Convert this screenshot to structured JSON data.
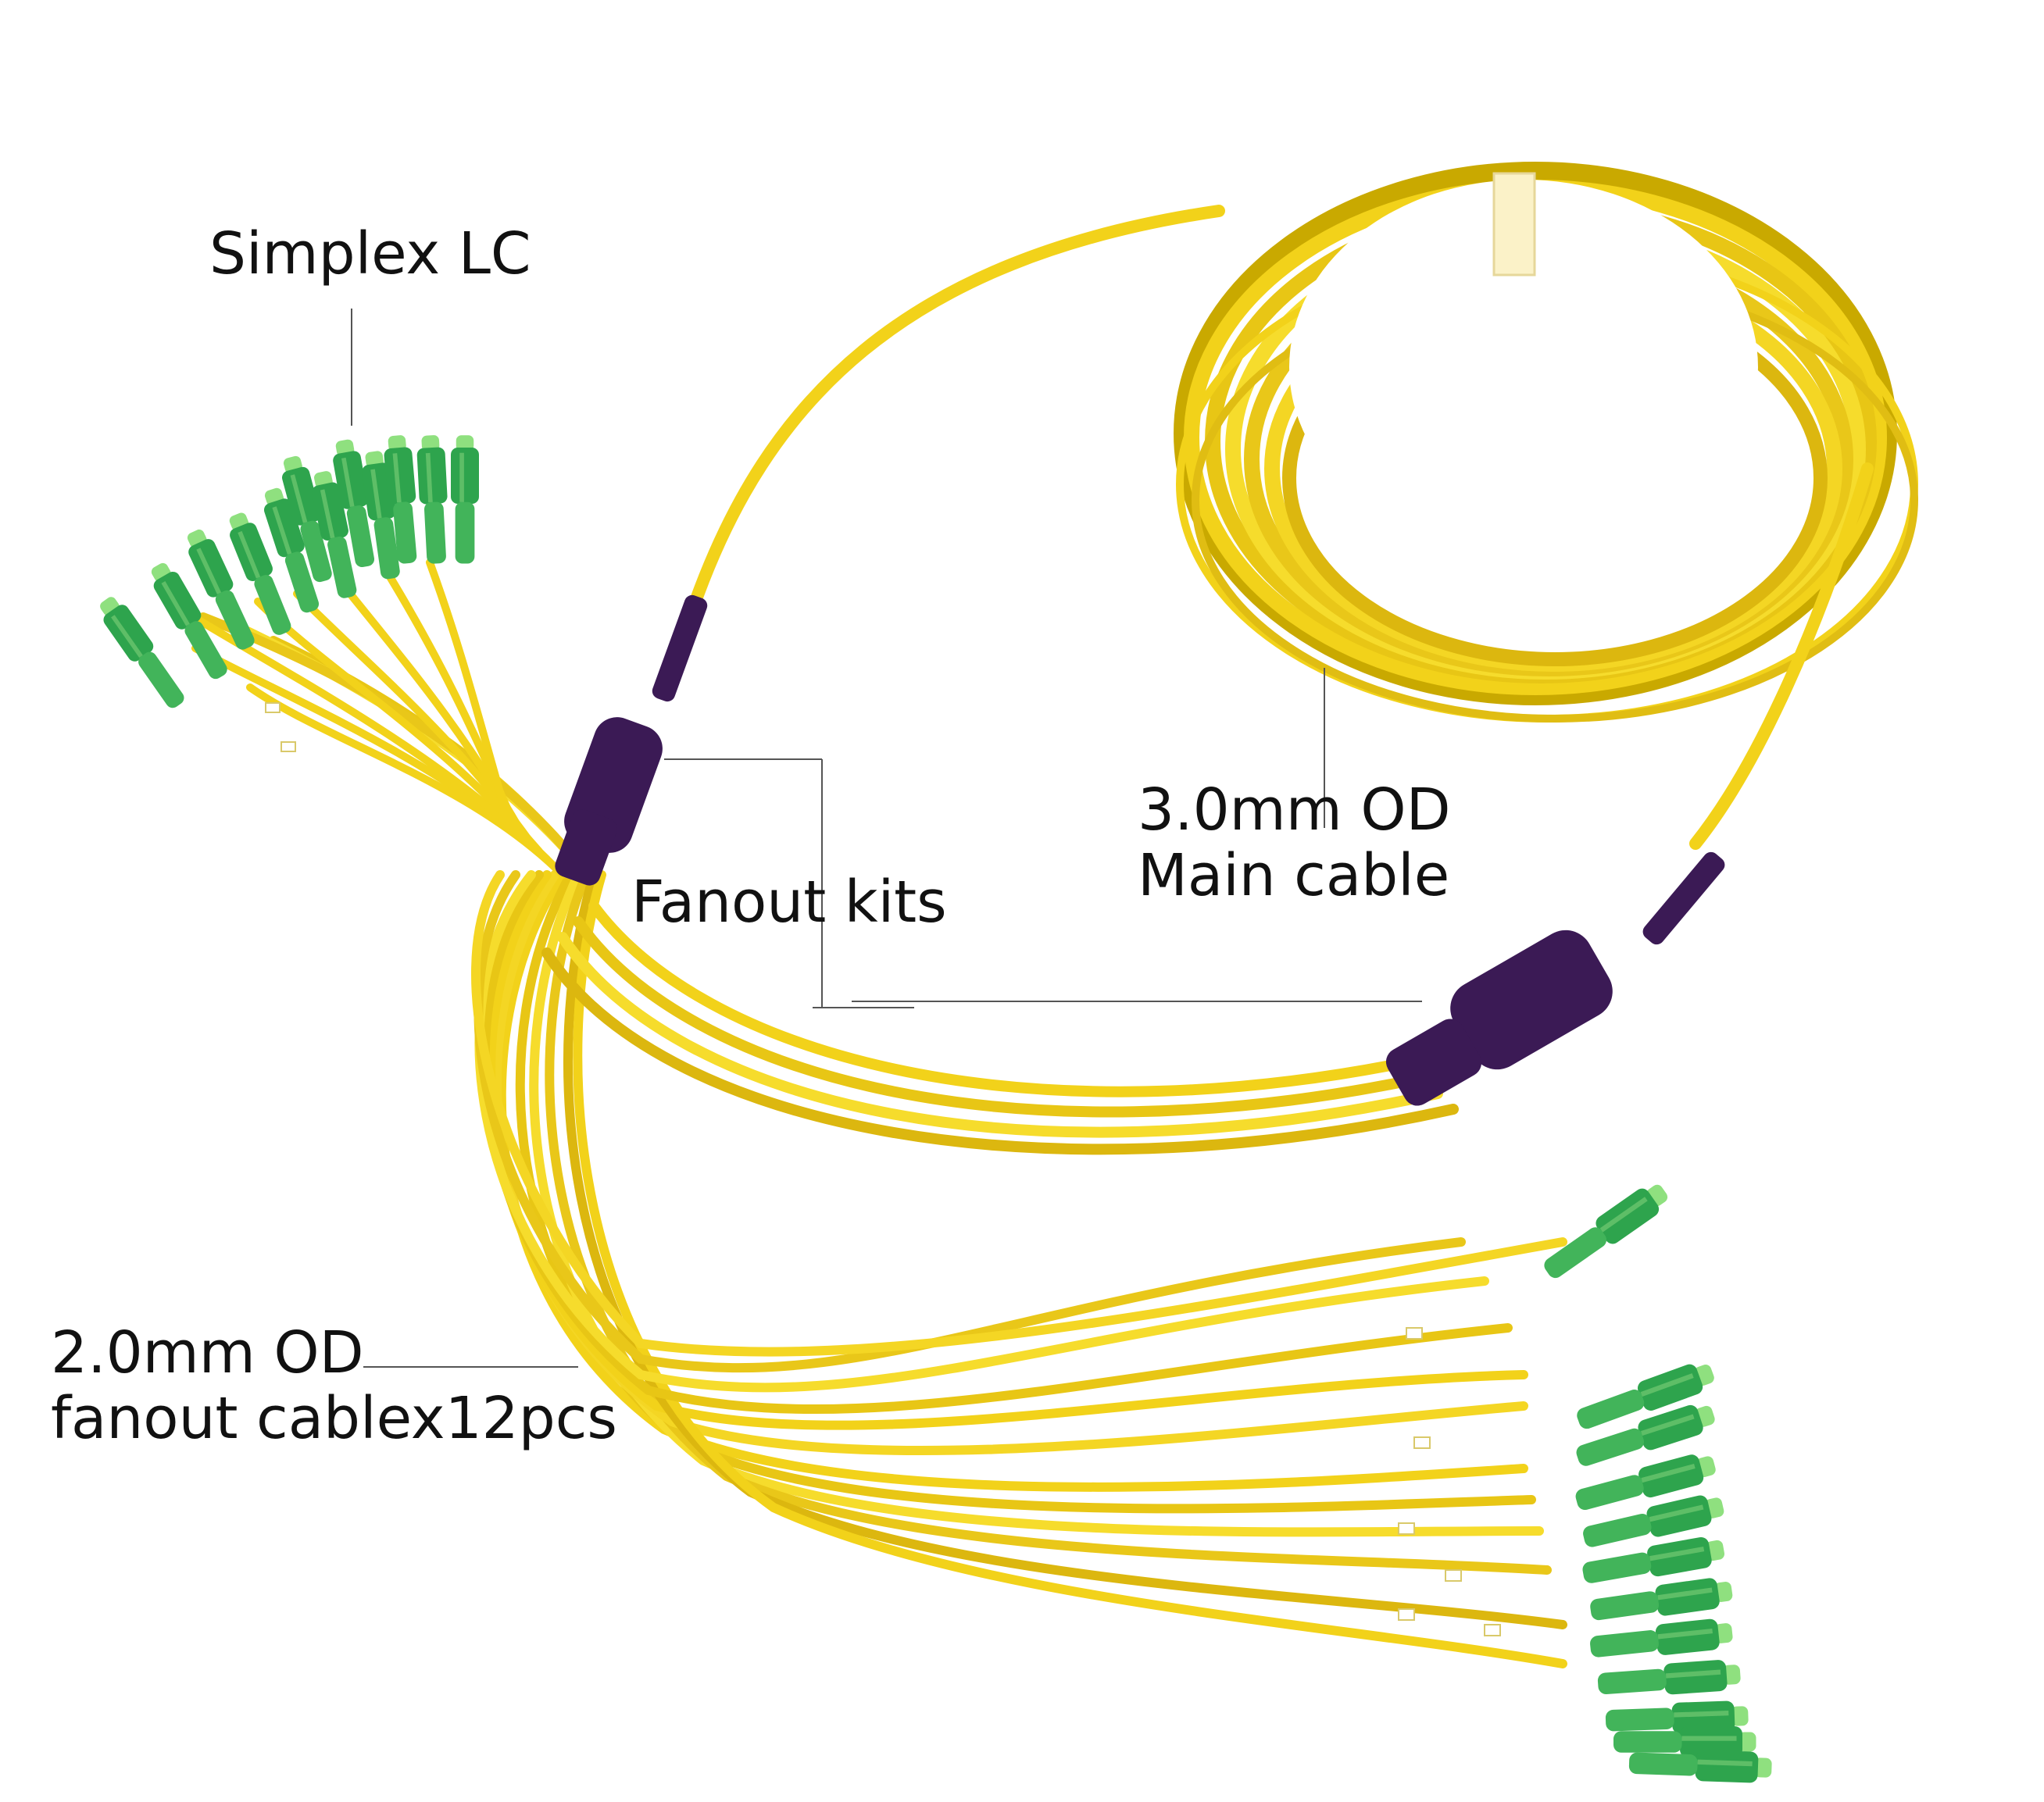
{
  "labels": {
    "simplex_lc": "Simplex LC",
    "fanout_kits": "Fanout kits",
    "main_cable_line1": "3.0mm OD",
    "main_cable_line2": "Main cable",
    "fanout_cable_line1": "2.0mm OD",
    "fanout_cable_line2": "fanout cablex12pcs"
  },
  "colors": {
    "cable_yellow": "#f2d21a",
    "cable_shadow": "#c9a900",
    "connector_green": "#2e9e4a",
    "connector_light": "#7fd07a",
    "boot_purple": "#3b1a55",
    "leader_line": "#555555",
    "text": "#111111"
  }
}
